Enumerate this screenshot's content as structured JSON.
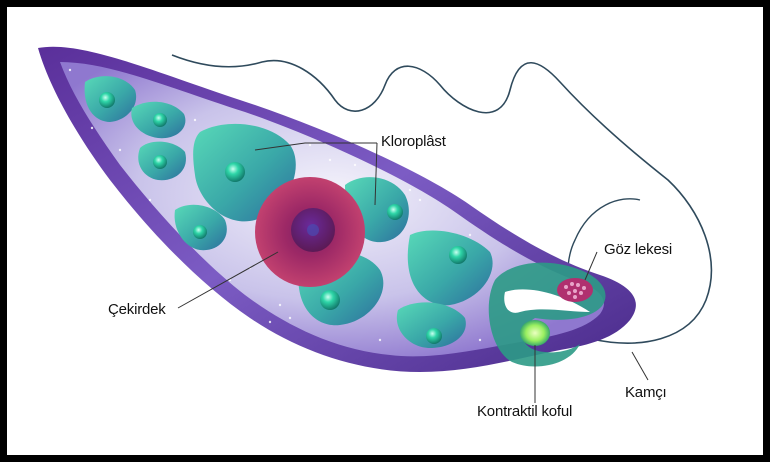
{
  "diagram": {
    "labels": {
      "chloroplast": "Kloroplâst",
      "nucleus": "Çekirdek",
      "eyespot": "Göz lekesi",
      "contractile_vacuole": "Kontraktil koful",
      "flagellum": "Kamçı"
    },
    "colors": {
      "cell_outer": "#4b2a8c",
      "cell_inner": "#8b6ccc",
      "cytoplasm_light": "#e9e8f7",
      "chloroplast": "#3fb7a6",
      "chloroplast_dark": "#2b7f9c",
      "nucleus_outer": "#b0336b",
      "nucleus_inner": "#7d1f5a",
      "pyrenoid": "#27c9a0",
      "eyespot": "#b0306f",
      "vacuole": "#9af060",
      "flagellum": "#2f4a5c"
    }
  }
}
